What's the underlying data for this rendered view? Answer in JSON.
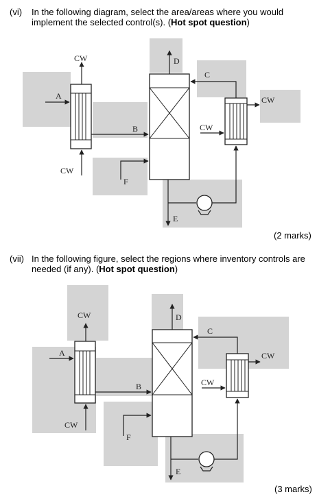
{
  "questions": [
    {
      "number": "(vi)",
      "text_before": "In the following diagram, select the area/areas where you would implement the selected control(s). (",
      "bold": "Hot spot question",
      "text_after": ")",
      "marks": "(2 marks)",
      "diagram_labels": {
        "cw_top": "CW",
        "a": "A",
        "d": "D",
        "c": "C",
        "cw_right": "CW",
        "b": "B",
        "cw_mid": "CW",
        "cw_bottom": "CW",
        "f": "F",
        "e": "E"
      }
    },
    {
      "number": "(vii)",
      "text_before": "In the following figure, select the regions where inventory controls are needed (if any). (",
      "bold": "Hot spot question",
      "text_after": ")",
      "marks": "(3 marks)",
      "diagram_labels": {
        "cw_top": "CW",
        "a": "A",
        "d": "D",
        "c": "C",
        "cw_right": "CW",
        "b": "B",
        "cw_mid": "CW",
        "cw_bottom": "CW",
        "f": "F",
        "e": "E"
      }
    }
  ]
}
